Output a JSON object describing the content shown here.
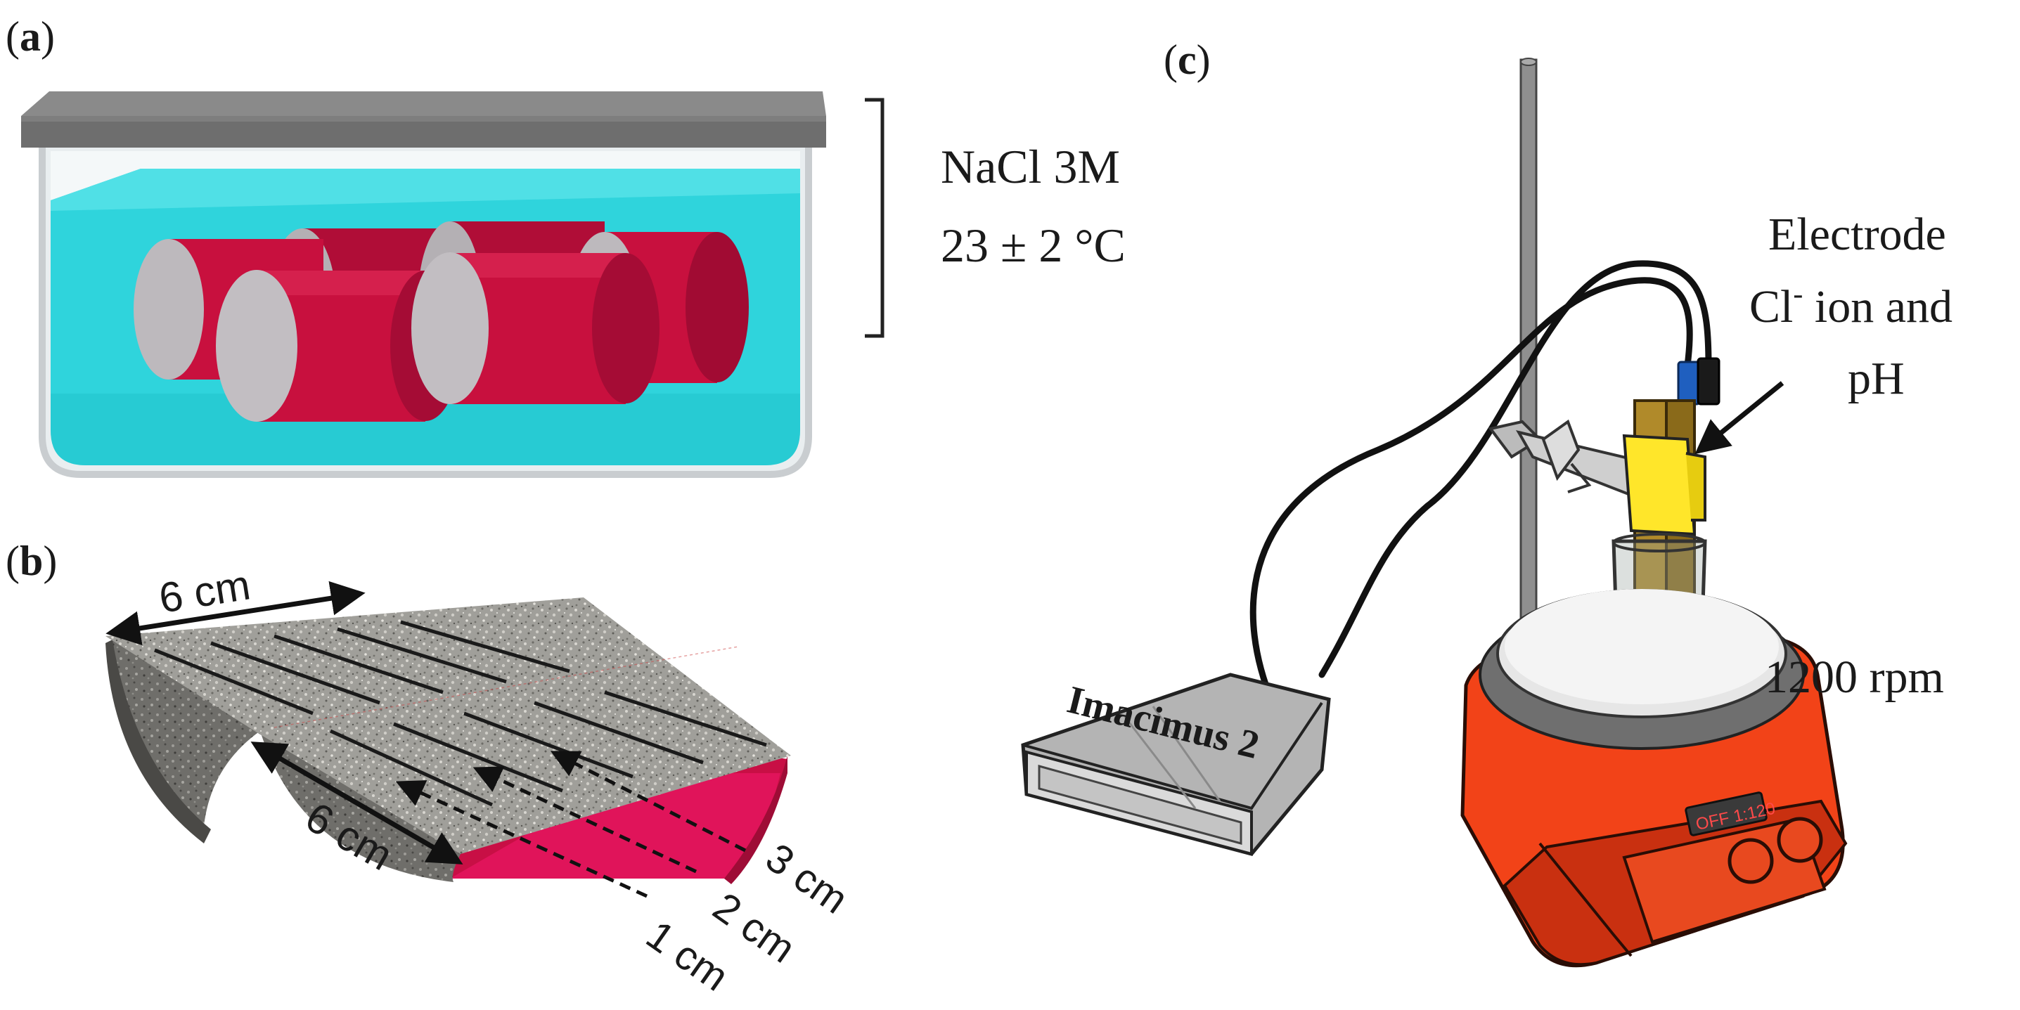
{
  "panel_a": {
    "label_open": "(",
    "label_letter": "a",
    "label_close": ")",
    "solution_line1": "NaCl 3M",
    "solution_line2": "23 ± 2 °C"
  },
  "panel_b": {
    "label_open": "(",
    "label_letter": "b",
    "label_close": ")",
    "dim_top": "6 cm",
    "dim_side": "6 cm",
    "depth_3": "3 cm",
    "depth_2": "2 cm",
    "depth_1": "1 cm"
  },
  "panel_c": {
    "label_open": "(",
    "label_letter": "c",
    "label_close": ")",
    "electrode_line1": "Electrode",
    "electrode_ion": "Cl",
    "electrode_charge": "-",
    "electrode_rest": " ion and",
    "electrode_line3": "pH",
    "speed": "1200 rpm",
    "device": "Imacimus 2",
    "display": "OFF  1:120"
  },
  "colors": {
    "cylinder_red": "#c8103e",
    "cylinder_end": "#b4b0b4",
    "water": "#2fd4dc",
    "lid": "#6e6e6e",
    "stirrer": "#f24318",
    "prism_side": "#d9114a",
    "concrete": "#9a9a96"
  }
}
